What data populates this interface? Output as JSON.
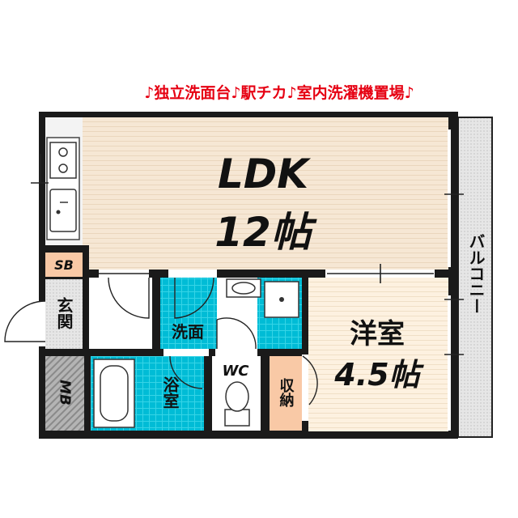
{
  "headline": "♪独立洗面台♪駅チカ♪室内洗濯機置場♪",
  "rooms": {
    "ldk_name": "LDK",
    "ldk_size": "12帖",
    "western_name": "洋室",
    "western_size": "4.5帖",
    "balcony": "バルコニー",
    "shoebox": "SB",
    "entrance": "玄関",
    "washroom": "洗面",
    "bath": "浴室",
    "toilet": "WC",
    "storage": "収納",
    "meter_box": "MB"
  },
  "colors": {
    "ldk_floor": "#f5e6d3",
    "western_floor": "#fdf0de",
    "wet_area": "#00c0d8",
    "storage_orange": "#f9c9a6",
    "meter_box_gray": "#a8a8a8",
    "wall": "#1a1a1a",
    "headline": "#e60012"
  }
}
